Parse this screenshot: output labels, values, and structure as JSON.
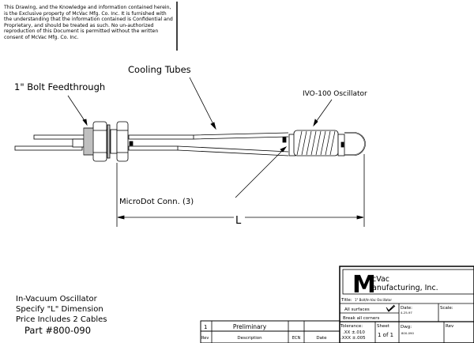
{
  "notice": "This Drawing, and the Knowledge and information contained herein, is the Exclusive property of McVac Mfg. Co. Inc. It is furnished with the understanding that the information contained is Confidential and Proprietary, and should be treated as such. No un-authorized reproduction of this Document is permitted without the written consent of McVac Mfg. Co. Inc.",
  "callouts": {
    "feedthrough": "1\" Bolt Feedthrough",
    "cooling_tubes": "Cooling Tubes",
    "oscillator": "IVO-100 Oscillator",
    "microdot": "MicroDot Conn. (3)",
    "dimension": "L"
  },
  "notes": [
    "In-Vacuum Oscillator",
    "Specify \"L\" Dimension",
    "Price Includes 2 Cables"
  ],
  "part_number": "Part #800-090",
  "revision_table": {
    "row": {
      "rev": "1",
      "description": "Preliminary",
      "ecn": "",
      "date": ""
    },
    "headers": {
      "rev": "Rev",
      "description": "Description",
      "ecn": "ECN",
      "date": "Date"
    }
  },
  "title_block": {
    "logo_letter": "M",
    "company_line1": "cVac",
    "company_line2": "anufacturing, Inc.",
    "title_label": "Title:",
    "title_value": "1\" Bolt/In-Vac Oscillator",
    "all_surfaces": "All surfaces",
    "break_corners": "Break all corners",
    "date_label": "Date:",
    "date_value": "4-25-97",
    "scale_label": "Scale:",
    "tolerance_label": "Tolerance:",
    "tol_xx": ".XX  ±.010",
    "tol_xxx": ".XXX  ±.005",
    "sheet_label": "Sheet",
    "sheet_value": "1  of  1",
    "dwg_label": "Dwg:",
    "dwg_value": "800-090",
    "rev_label": "Rev"
  }
}
